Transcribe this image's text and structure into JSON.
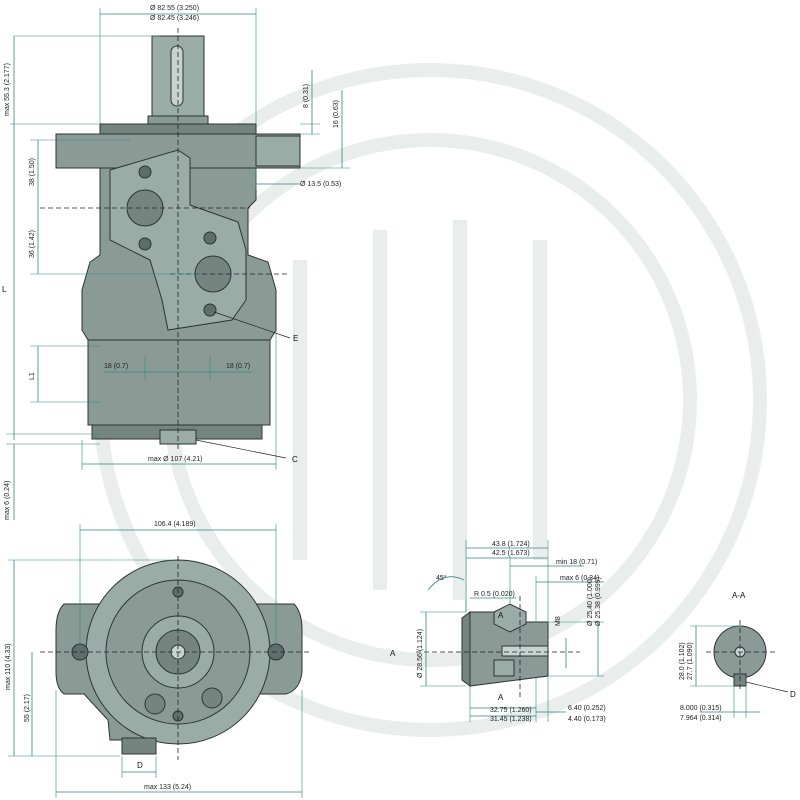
{
  "colors": {
    "body": "#8a9b96",
    "dim_line": "#2e8a7d",
    "text": "#222222"
  },
  "top_view": {
    "shaft_dia": "Ø 82.55 (3.250)",
    "shaft_dia2": "Ø 82.45 (3.246)",
    "shaft_len": "max 55.3 (2.177)",
    "flange_8": "8 (0.31)",
    "flange_16": "16 (0.63)",
    "hole_135": "Ø 13.5 (0.53)",
    "v38": "38 (1.50)",
    "v36": "36 (1.42)",
    "L": "L",
    "L1": "L1",
    "h18_left": "18 (0.7)",
    "h18_right": "18 (0.7)",
    "max107": "max Ø 107 (4.21)",
    "max6": "max 6 (0.24)",
    "label_E": "E",
    "label_C": "C"
  },
  "bottom_view": {
    "w1064": "106.4 (4.189)",
    "max110": "max 110 (4.33)",
    "v55": "55 (2.17)",
    "max133": "max 133 (5.24)",
    "label_D": "D"
  },
  "shaft_detail": {
    "label_A_side": "A",
    "d438": "43.8 (1.724)",
    "d425": "42.5 (1.673)",
    "min18": "min 18 (0.71)",
    "max6": "max 6 (0.24)",
    "angle45": "45°",
    "ch05": "R 0.5 (0.020)",
    "label_A_top": "A",
    "label_A_bottom": "A",
    "M8": "M8",
    "d2856": "Ø 28.56 (1.124)",
    "d2540": "Ø 25.40 (1.000)",
    "d2538": "Ø 25.38 (0.999)",
    "d3275": "32.75 (1.260)",
    "d3145": "31.45 (1.238)",
    "d640": "6.40 (0.252)",
    "d440": "4.40 (0.173)"
  },
  "section_aa": {
    "title": "A-A",
    "h280": "28.0 (1.102)",
    "h277": "27.7 (1.090)",
    "w8000": "8.000 (0.315)",
    "w7964": "7.964 (0.314)",
    "label_D": "D"
  }
}
